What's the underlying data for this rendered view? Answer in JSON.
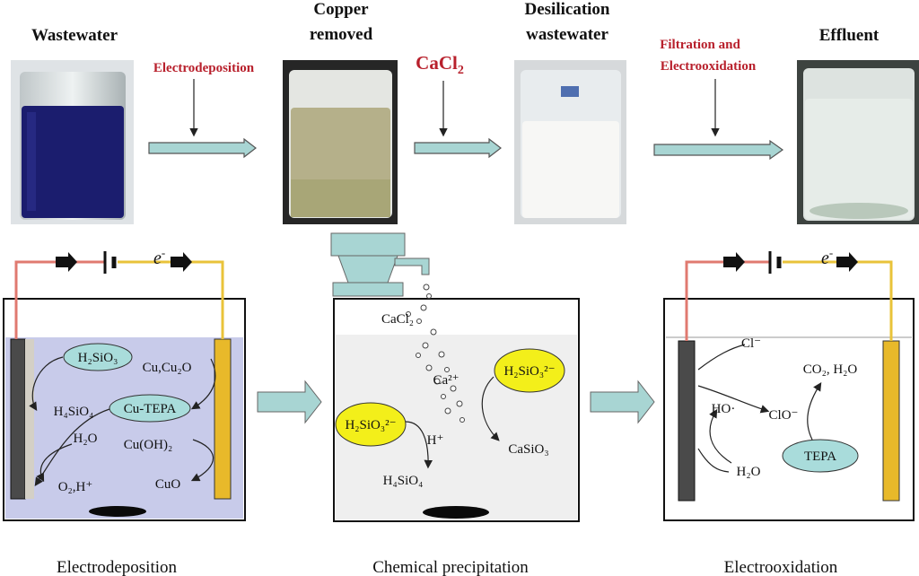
{
  "header": {
    "wastewater": "Wastewater",
    "copper_line1": "Copper",
    "copper_line2": "removed",
    "desil_line1": "Desilication",
    "desil_line2": "wastewater",
    "effluent": "Effluent"
  },
  "steps": {
    "electrodeposition": "Electrodeposition",
    "cacl2_base": "CaCl",
    "cacl2_sub": "2",
    "filtration_line1": "Filtration and",
    "filtration_line2": "Electrooxidation"
  },
  "captions": {
    "left": "Electrodeposition",
    "middle": "Chemical precipitation",
    "right": "Electrooxidation"
  },
  "cell1": {
    "electron": "e",
    "electron_sup": "-",
    "h2sio3": "H₂SiO₃",
    "cu_cu2o": "Cu,Cu₂O",
    "h4sio4": "H₄SiO₄",
    "cu_tepa": "Cu-TEPA",
    "h2o": "H₂O",
    "cuoh2": "Cu(OH)₂",
    "o2h": "O₂,H⁺",
    "cuo": "CuO"
  },
  "cell2": {
    "cacl2": "CaCl₂",
    "ca2": "Ca²⁺",
    "h2sio3_top": "H₂SiO₃²⁻",
    "h2sio3_left": "H₂SiO₃²⁻",
    "hplus": "H⁺",
    "casio3": "CaSiO₃",
    "h4sio4": "H₄SiO₄"
  },
  "cell3": {
    "electron": "e",
    "electron_sup": "-",
    "cl": "Cl⁻",
    "co2h2o": "CO₂, H₂O",
    "ho": "HO·",
    "clo": "ClO⁻",
    "tepa": "TEPA",
    "h2o": "H₂O"
  },
  "colors": {
    "blue_water": "#1b1d6e",
    "cell_fill_lavender": "#c8cbea",
    "arrow_fill": "#a8d5d3",
    "ellipse_teal": "#a9dcdb",
    "ellipse_yellow": "#f3ef1a",
    "anode_gold": "#e8b92a",
    "wire_red": "#e07a70",
    "wire_yellow": "#e9c33a",
    "heading_red": "#b8202c"
  }
}
